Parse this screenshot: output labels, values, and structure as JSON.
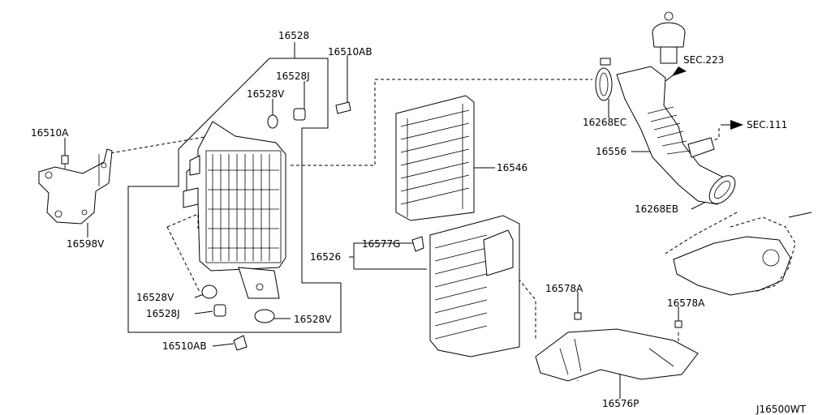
{
  "labels": {
    "p16528": "16528",
    "p16510AB_top": "16510AB",
    "p16528J_top": "16528J",
    "p16528V_top": "16528V",
    "p16510A": "16510A",
    "p16598V": "16598V",
    "p16528V_mid": "16528V",
    "p16528J_bot": "16528J",
    "p16528V_bot": "16528V",
    "p16510AB_bot": "16510AB",
    "p16546": "16546",
    "p16577G": "16577G",
    "p16526": "16526",
    "p16578A_left": "16578A",
    "p16578A_right": "16578A",
    "p16576P": "16576P",
    "p16268EC": "16268EC",
    "p16556": "16556",
    "p16268EB": "16268EB",
    "sec223": "SEC.223",
    "sec111": "SEC.111",
    "diagram_code": "J16500WT"
  }
}
